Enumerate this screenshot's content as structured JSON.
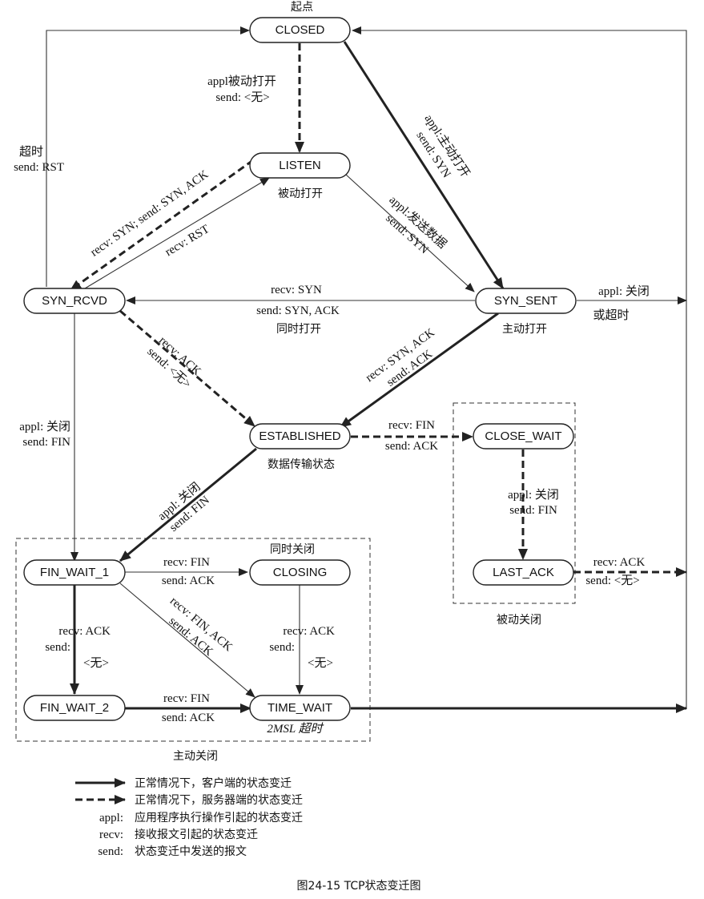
{
  "states": {
    "closed": "CLOSED",
    "listen": "LISTEN",
    "syn_rcvd": "SYN_RCVD",
    "syn_sent": "SYN_SENT",
    "established": "ESTABLISHED",
    "close_wait": "CLOSE_WAIT",
    "last_ack": "LAST_ACK",
    "fin_wait_1": "FIN_WAIT_1",
    "closing": "CLOSING",
    "fin_wait_2": "FIN_WAIT_2",
    "time_wait": "TIME_WAIT"
  },
  "captions": {
    "start": "起点",
    "passive_open": "被动打开",
    "active_open": "主动打开",
    "simultaneous_open": "同时打开",
    "data_transfer": "数据传输状态",
    "simultaneous_close": "同时关闭",
    "passive_close": "被动关闭",
    "active_close": "主动关闭",
    "time_wait_note": "2MSL 超时"
  },
  "edges": {
    "closed_listen": [
      "appl被动打开",
      "send: <无>"
    ],
    "closed_synsent": [
      "appl:主动打开",
      "send: SYN"
    ],
    "listen_synsent": [
      "appl:发送数据",
      "send: SYN"
    ],
    "listen_synrcvd_a": "recv: SYN;  send: SYN, ACK",
    "listen_synrcvd_b": "recv: RST",
    "timeout_rst": [
      "超时",
      "send: RST"
    ],
    "synsent_synrcvd": [
      "recv: SYN",
      "send: SYN, ACK"
    ],
    "synsent_close": [
      "appl: 关闭",
      "或超时"
    ],
    "synrcvd_est": [
      "recv: ACK",
      "send: <无>"
    ],
    "synsent_est": [
      "recv: SYN, ACK",
      "send: ACK"
    ],
    "synrcvd_fw1": [
      "appl: 关闭",
      "send: FIN"
    ],
    "est_closewait": [
      "recv: FIN",
      "send: ACK"
    ],
    "closewait_lastack": [
      "appl: 关闭",
      "send: FIN"
    ],
    "lastack_closed": [
      "recv: ACK",
      "send: <无>"
    ],
    "est_fw1": [
      "appl: 关闭",
      "send: FIN"
    ],
    "fw1_closing": [
      "recv: FIN",
      "send: ACK"
    ],
    "fw1_timewait": [
      "recv: FIN, ACK",
      "send: ACK"
    ],
    "fw1_fw2": [
      "recv: ACK",
      "send:",
      "<无>"
    ],
    "closing_timewait": [
      "recv: ACK",
      "send:",
      "<无>"
    ],
    "fw2_timewait": [
      "recv: FIN",
      "send: ACK"
    ]
  },
  "legend": {
    "client": "正常情况下，客户端的状态变迁",
    "server": "正常情况下，服务器端的状态变迁",
    "appl_key": "appl:",
    "appl_desc": "应用程序执行操作引起的状态变迁",
    "recv_key": "recv:",
    "recv_desc": "接收报文引起的状态变迁",
    "send_key": "send:",
    "send_desc": "状态变迁中发送的报文"
  },
  "figure_caption": "图24-15   TCP状态变迁图"
}
